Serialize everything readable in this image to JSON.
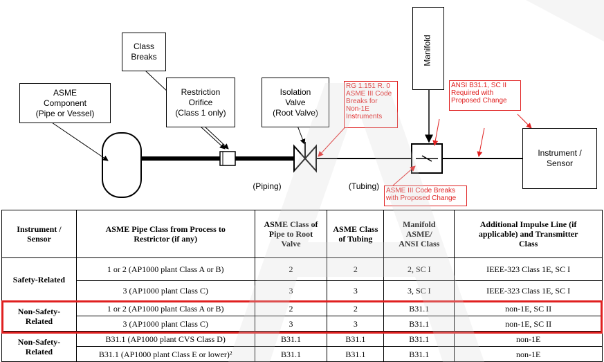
{
  "diagram": {
    "class_breaks": "Class\nBreaks",
    "asme_component": "ASME\nComponent\n(Pipe or Vessel)",
    "restriction_orifice": "Restriction\nOrifice\n(Class 1 only)",
    "isolation_valve": "Isolation\nValve\n(Root Valve)",
    "manifold": "Manifold",
    "instrument_sensor": "Instrument /\nSensor",
    "piping_label": "(Piping)",
    "tubing_label": "(Tubing)",
    "note_rg": "RG 1.151 R. 0\nASME III Code\nBreaks for\nNon-1E\nInstruments",
    "note_ansi": "ANSI B31.1, SC II\nRequired with\nProposed Change",
    "note_asme3": "ASME III Code Breaks\nwith Proposed Change",
    "accent_red": "#e02020"
  },
  "table": {
    "headers": [
      "Instrument /\nSensor",
      "ASME Pipe Class from Process to\nRestrictor (if any)",
      "ASME Class of\nPipe to Root\nValve",
      "ASME Class\nof Tubing",
      "Manifold\nASME/\nANSI Class",
      "Additional Impulse Line (if\napplicable) and Transmitter\nClass"
    ],
    "groups": [
      {
        "label": "Safety-Related",
        "rows": [
          [
            "1 or 2 (AP1000 plant Class A or B)",
            "2",
            "2",
            "2, SC I",
            "IEEE-323 Class 1E, SC I"
          ],
          [
            "3 (AP1000 plant Class C)",
            "3",
            "3",
            "3, SC I",
            "IEEE-323 Class 1E, SC I"
          ]
        ]
      },
      {
        "label": "Non-Safety-\nRelated",
        "rows": [
          [
            "1 or 2 (AP1000 plant Class A or B)",
            "2",
            "2",
            "B31.1",
            "non-1E, SC II"
          ],
          [
            "3 (AP1000 plant Class C)",
            "3",
            "3",
            "B31.1",
            "non-1E, SC II"
          ]
        ]
      },
      {
        "label": "Non-Safety-\nRelated",
        "rows": [
          [
            "B31.1 (AP1000 plant CVS Class D)",
            "B31.1",
            "B31.1",
            "B31.1",
            "non-1E"
          ],
          [
            "B31.1 (AP1000 plant Class E or lower)²",
            "B31.1",
            "B31.1",
            "B31.1",
            "non-1E"
          ]
        ]
      }
    ]
  }
}
